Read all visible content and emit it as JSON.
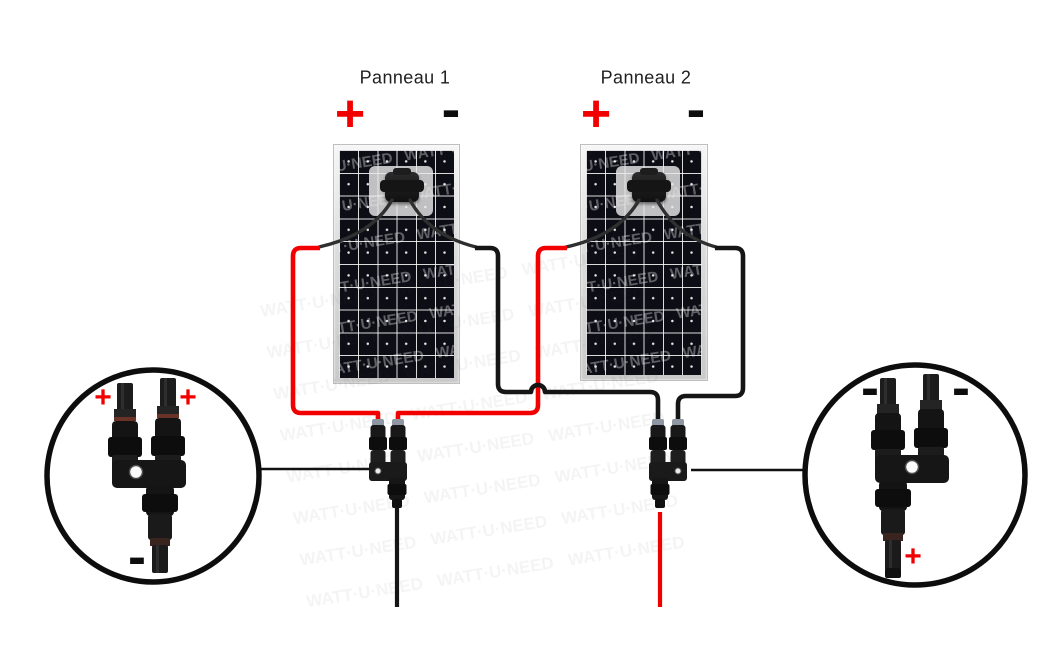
{
  "diagram": {
    "panel1": {
      "label": "Panneau 1",
      "plus": "+",
      "minus": "-"
    },
    "panel2": {
      "label": "Panneau 2",
      "plus": "+",
      "minus": "-"
    },
    "inset_left": {
      "plus_left": "+",
      "plus_right": "+",
      "minus_bottom": "-"
    },
    "inset_right": {
      "minus_left": "-",
      "minus_right": "-",
      "plus_bottom": "+"
    },
    "watermark_text": "WATT·U·NEED",
    "colors": {
      "positive_red": "#f20000",
      "wire_black": "#151515",
      "junction_wire": "#2f2f2f",
      "panel_cell": "#0d0d16"
    }
  }
}
